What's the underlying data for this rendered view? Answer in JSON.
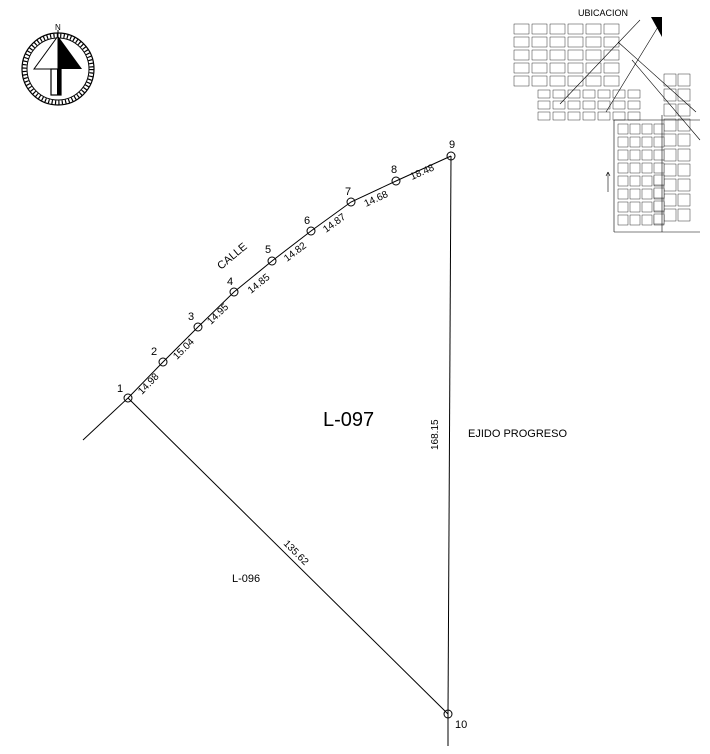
{
  "plan": {
    "lot_label": "L-097",
    "street_label": "CALLE",
    "east_label": "EJIDO PROGRESO",
    "south_label": "L-096",
    "east_length": "168.15",
    "diagonal_length": "135.62",
    "points": [
      "1",
      "2",
      "3",
      "4",
      "5",
      "6",
      "7",
      "8",
      "9",
      "10"
    ],
    "segments": [
      "14.98",
      "15.04",
      "14.95",
      "14.85",
      "14.82",
      "14.87",
      "14.68",
      "18.48"
    ]
  },
  "location_map": {
    "title": "UBICACION"
  },
  "compass": {
    "north": "N",
    "icon": "north-arrow-icon"
  }
}
